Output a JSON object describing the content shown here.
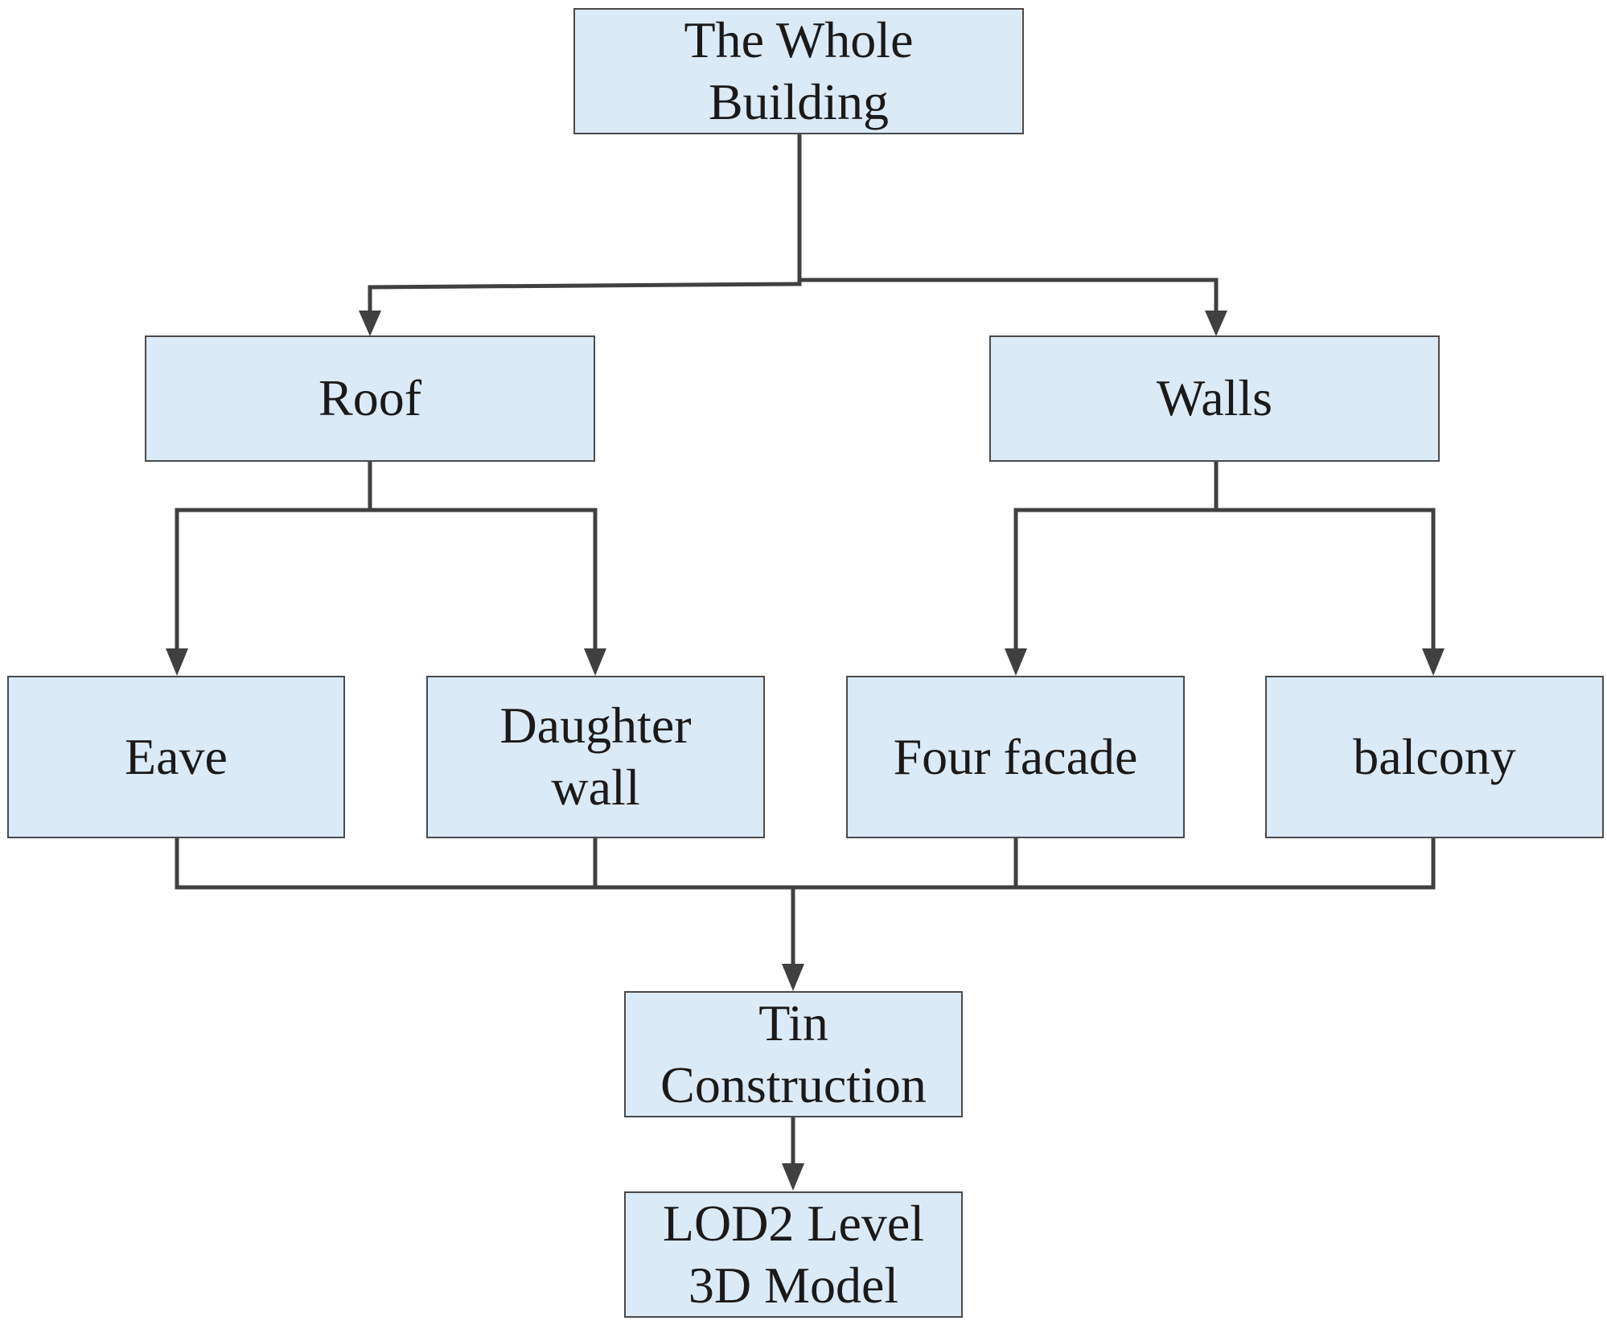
{
  "diagram": {
    "colors": {
      "box_fill": "#dbeaf7",
      "box_border": "#4a4a4a",
      "connector": "#404040",
      "text": "#1a1a1a"
    },
    "nodes": {
      "whole_building": "The Whole\nBuilding",
      "roof": "Roof",
      "walls": "Walls",
      "eave": "Eave",
      "daughter_wall": "Daughter\nwall",
      "four_facade": "Four facade",
      "balcony": "balcony",
      "tin_construction": "Tin\nConstruction",
      "lod2_model": "LOD2 Level\n3D Model"
    },
    "edges": [
      {
        "from": "The Whole Building",
        "to": "Roof"
      },
      {
        "from": "The Whole Building",
        "to": "Walls"
      },
      {
        "from": "Roof",
        "to": "Eave"
      },
      {
        "from": "Roof",
        "to": "Daughter wall"
      },
      {
        "from": "Walls",
        "to": "Four facade"
      },
      {
        "from": "Walls",
        "to": "balcony"
      },
      {
        "from": "Eave",
        "to": "Tin Construction"
      },
      {
        "from": "Daughter wall",
        "to": "Tin Construction"
      },
      {
        "from": "Four facade",
        "to": "Tin Construction"
      },
      {
        "from": "balcony",
        "to": "Tin Construction"
      },
      {
        "from": "Tin Construction",
        "to": "LOD2 Level 3D Model"
      }
    ]
  }
}
